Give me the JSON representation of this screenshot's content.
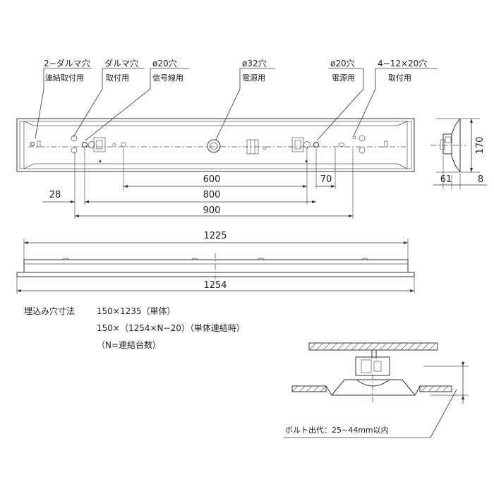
{
  "callouts": {
    "daruma2": [
      "2−ダルマ穴",
      "連結取付用"
    ],
    "daruma": [
      "ダルマ穴",
      "取付用"
    ],
    "hole20_signal": [
      "ø20穴",
      "信号線用"
    ],
    "hole32": [
      "ø32穴",
      "電源用"
    ],
    "hole20_power": [
      "ø20穴",
      "電源用"
    ],
    "hole4_12x20": [
      "4−12×20穴",
      "取付用"
    ]
  },
  "dimensions": {
    "d600": "600",
    "d800": "800",
    "d900": "900",
    "d28": "28",
    "d70": "70",
    "d1225": "1225",
    "d1254": "1254",
    "d170": "170",
    "d61": "61",
    "d8": "8"
  },
  "notes": {
    "cutout_label": "埋込み穴寸法",
    "cutout_line1": "150×1235（単体）",
    "cutout_line2": "150×（1254×N−20）（単体連結時）",
    "cutout_line3": "（N=連結台数）",
    "bolt_note": "ボルト出代：25∼44mm以内"
  }
}
